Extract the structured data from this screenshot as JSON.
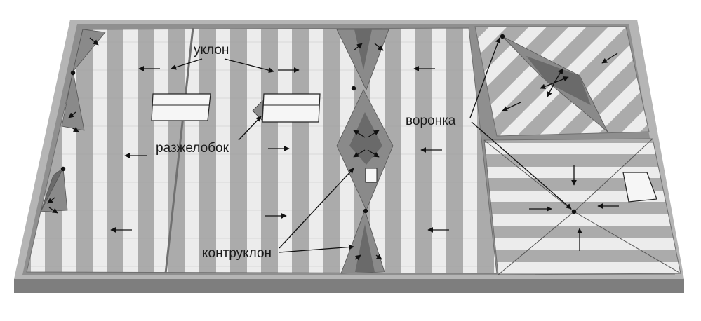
{
  "labels": {
    "slope": "уклон",
    "valley": "разжелобок",
    "funnel": "воронка",
    "counterslope": "контруклон"
  },
  "colors": {
    "parapet": "#8f8f8f",
    "parapet_top": "#b9b9b9",
    "stripe_light": "#ececec",
    "stripe_dark": "#a9a9a9",
    "zone_mid": "#8a8a8a",
    "zone_dark": "#6a6a6a",
    "arrow": "#111111",
    "text": "#1a1a1a"
  }
}
